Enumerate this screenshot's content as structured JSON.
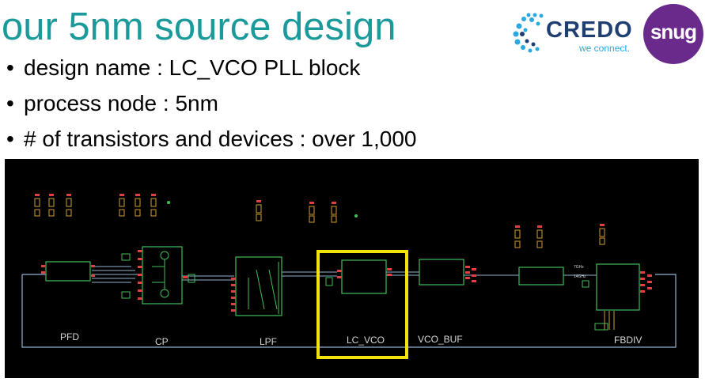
{
  "slide": {
    "title": "our 5nm source design",
    "bullets": [
      "design name : LC_VCO PLL block",
      "process node : 5nm",
      "# of transistors and devices : over 1,000"
    ],
    "bullet_symbol": "•"
  },
  "logos": {
    "credo": {
      "name": "CREDO",
      "tagline": "we connect."
    },
    "snug": {
      "name": "snug"
    }
  },
  "schematic": {
    "blocks": {
      "pfd": "PFD",
      "cp": "CP",
      "lpf": "LPF",
      "lc_vco": "LC_VCO",
      "vco_buf": "VCO_BUF",
      "fbdiv": "FBDIV"
    },
    "pin_labels": {
      "p1": "7GHz",
      "p2": "14GHz"
    },
    "highlight_color": "#f2e40b",
    "wire_color": "#8fb3cf",
    "block_color": "#3fbf5a"
  }
}
